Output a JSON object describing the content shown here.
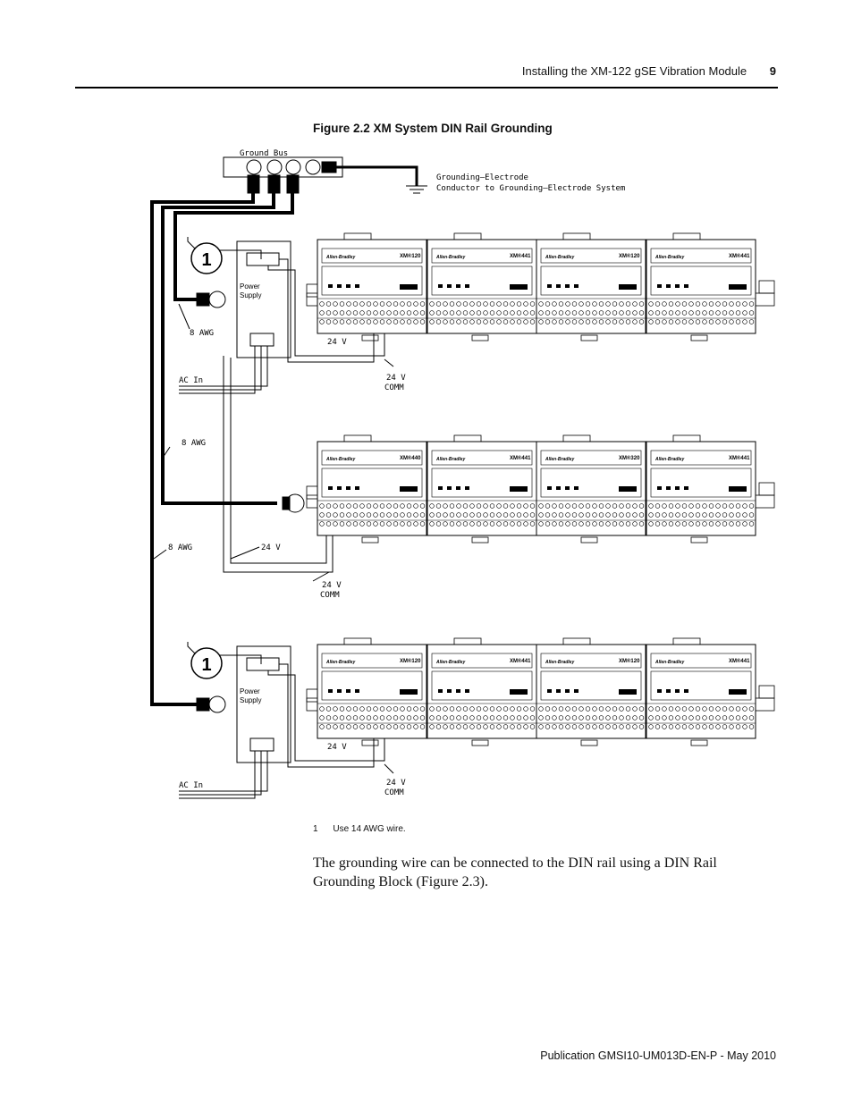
{
  "header": {
    "section": "Installing the XM-122 gSE Vibration Module",
    "page_number": "9"
  },
  "figure": {
    "title": "Figure 2.2 XM System DIN Rail Grounding",
    "labels": {
      "ground_bus": "Ground Bus",
      "electrode_line1": "Grounding—Electrode",
      "electrode_line2": "Conductor to Grounding—Electrode System",
      "awg8": "8 AWG",
      "v24": "24 V",
      "v24comm_1": "24 V",
      "v24comm_2": "COMM",
      "ac_in": "AC In",
      "power_supply_1": "Power",
      "power_supply_2": "Supply",
      "callout": "1"
    },
    "brand": "Allen-Bradley",
    "rows": [
      {
        "models": [
          "XM®120",
          "XM®441",
          "XM®120",
          "XM®441"
        ]
      },
      {
        "models": [
          "XM®440",
          "XM®441",
          "XM®320",
          "XM®441"
        ]
      },
      {
        "models": [
          "XM®120",
          "XM®441",
          "XM®120",
          "XM®441"
        ]
      }
    ]
  },
  "footnote": {
    "number": "1",
    "text": "Use 14 AWG wire."
  },
  "body_text": "The grounding wire can be connected to the DIN rail using a DIN Rail Grounding Block (Figure 2.3).",
  "footer": {
    "publication": "Publication GMSI10-UM013D-EN-P - May 2010"
  }
}
